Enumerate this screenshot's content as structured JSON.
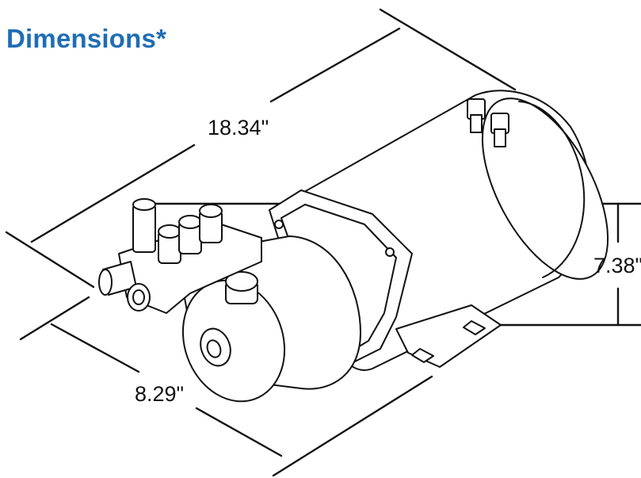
{
  "page": {
    "title": "Dimensions*"
  },
  "dimensions": {
    "length": "18.34\"",
    "width": "8.29\"",
    "height": "7.38\""
  },
  "colors": {
    "title": "#1f6db5",
    "line": "#111111",
    "background": "#ffffff"
  }
}
